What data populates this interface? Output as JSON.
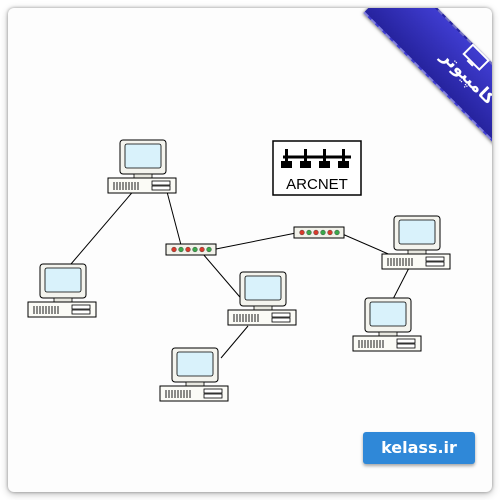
{
  "diagram": {
    "logo_text": "ARCNET",
    "line_color": "#000000",
    "monitor_screen_color": "#d9f2fb",
    "case_color": "#fbfbf6",
    "hub_led_colors": [
      "#d83a2c",
      "#3aa84a",
      "#d83a2c",
      "#3aa84a",
      "#d83a2c",
      "#3aa84a"
    ]
  },
  "ribbon": {
    "label": "کامپیوتر",
    "color": "#2f2cb3",
    "icon": "monitor-icon"
  },
  "badge": {
    "label": "kelass.ir",
    "color": "#2f88d8"
  }
}
